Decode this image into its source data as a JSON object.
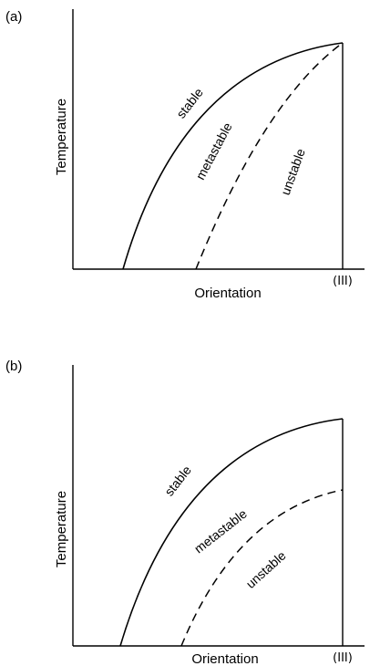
{
  "panels": [
    {
      "label": "(a)",
      "ylabel": "Temperature",
      "xlabel": "Orientation",
      "tick_end": "(III)",
      "regions": {
        "stable": "stable",
        "metastable": "metastable",
        "unstable": "unstable"
      }
    },
    {
      "label": "(b)",
      "ylabel": "Temperature",
      "xlabel": "Orientation",
      "tick_end": "(III)",
      "regions": {
        "stable": "stable",
        "metastable": "metastable",
        "unstable": "unstable"
      }
    }
  ],
  "colors": {
    "ink": "#000000",
    "background": "#ffffff"
  }
}
